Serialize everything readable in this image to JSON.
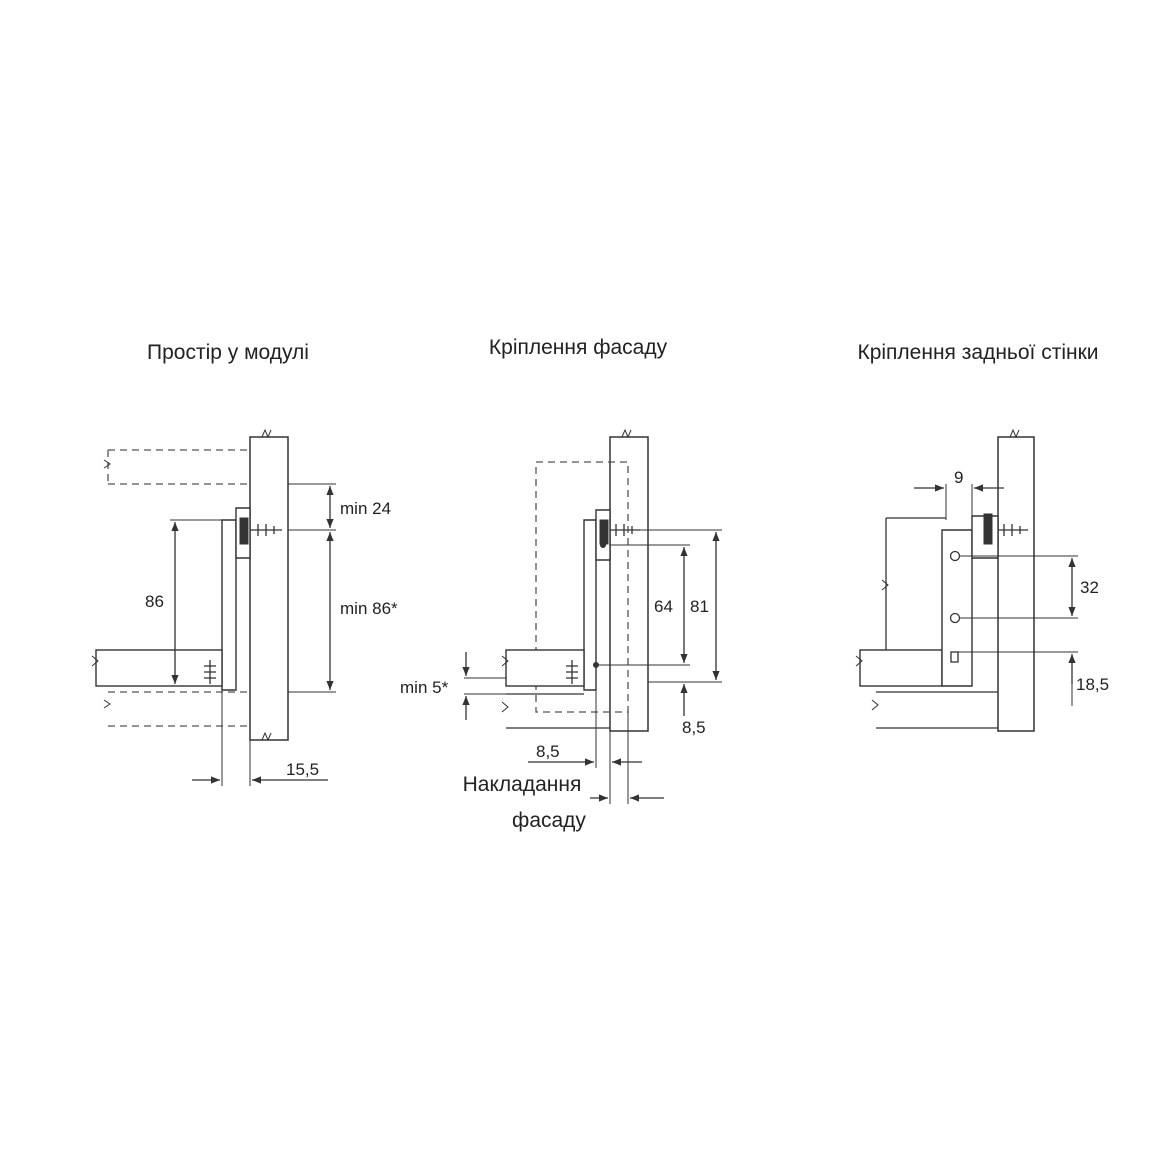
{
  "panels": [
    {
      "title": "Простір у модулі",
      "labels": {
        "height": "86",
        "top_gap": "min 24",
        "min_height": "min 86*",
        "side": "15,5"
      }
    },
    {
      "title": "Кріплення фасаду",
      "labels": {
        "h64": "64",
        "h81": "81",
        "min5": "min 5*",
        "d85a": "8,5",
        "d85b": "8,5",
        "overlay": "Накладання",
        "overlay2": "фасаду"
      }
    },
    {
      "title": "Кріплення задньої стінки",
      "labels": {
        "d9": "9",
        "d32": "32",
        "d185": "18,5"
      }
    }
  ],
  "colors": {
    "line": "#333333",
    "background": "#ffffff"
  }
}
